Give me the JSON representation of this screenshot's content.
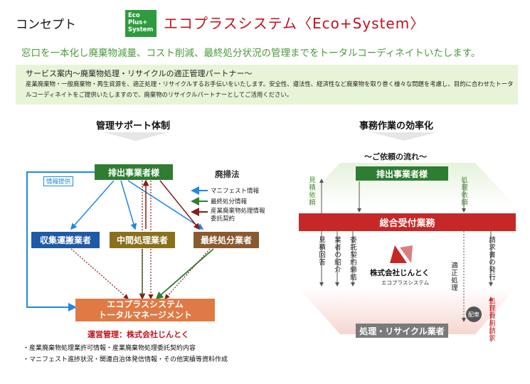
{
  "header": {
    "concept": "コンセプト",
    "logo_lines": [
      "Eco",
      "Plus+",
      "System"
    ],
    "title": "エコプラスシステム〈Eco+System〉"
  },
  "tagline": "窓口を一本化し廃棄物減量、コスト削減、最終処分状況の管理までをトータルコーディネイトいたします。",
  "service": {
    "title": "サービス案内〜廃棄物処理・リサイクルの適正管理パートナー〜",
    "body": "産業廃棄物・一般廃棄物・再生資源を、適正処理・リサイクルするお手伝いをいたします。安全性、遵法性、経済性など廃棄物を取り巻く様々な問題を考慮し、目的に合わせたトータルコーディネイトをご提供いたしますので、廃棄物のリサイクルパートナーとしてご活用ください。"
  },
  "left": {
    "title": "管理サポート体制",
    "discharger": "排出事業者様",
    "law": "廃掃法",
    "info_tag": "情報提供",
    "legend": [
      {
        "label": "マニフェスト情報",
        "color": "#1e88e5"
      },
      {
        "label": "最終処分情報",
        "color": "#2e7d32"
      },
      {
        "label": "産業廃棄物処理情報\n委託契約",
        "color": "#8b1a1a"
      }
    ],
    "collector": "収集運搬業者",
    "intermediate": "中間処理業者",
    "final": "最終処分業者",
    "mgmt_line1": "エコプラスシステム",
    "mgmt_line2": "トータルマネージメント",
    "operator": "運営管理：株式会社じんとく",
    "notes": [
      "・産業廃棄物処理業許可情報・産業廃棄物処理委託契約内容",
      "・マニフェスト進捗状況・関連自治体発信情報・その他実績等資料作成"
    ]
  },
  "right": {
    "title": "事務作業の効率化",
    "subtitle": "〜ご依頼の流れ〜",
    "discharger": "排出事業者様",
    "reception": "総合受付業務",
    "company": "株式会社じんとく",
    "company_sub": "エコプラスシステム",
    "processor": "処理・リサイクル業者",
    "labels": {
      "estimate_request": "見積依頼",
      "process_request": "処理依頼",
      "estimate_reply": "見積回答",
      "vendor_intro": "業者の紹介",
      "contract": "委託契約締結",
      "proper_process": "適正処理",
      "invoice": "請求書の発行",
      "fee_claim": "処理費用請求",
      "dispatch": "配車"
    }
  }
}
